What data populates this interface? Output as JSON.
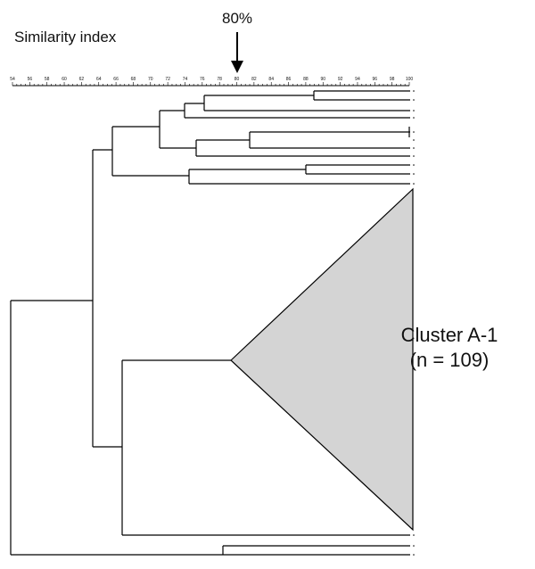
{
  "header": {
    "axis_title": "Similarity index",
    "threshold_label": "80%"
  },
  "scale": {
    "min": 54,
    "max": 100,
    "step": 2,
    "tick_labels": [
      "54",
      "56",
      "58",
      "60",
      "62",
      "64",
      "66",
      "68",
      "70",
      "72",
      "74",
      "76",
      "78",
      "80",
      "82",
      "84",
      "86",
      "88",
      "90",
      "92",
      "94",
      "96",
      "98",
      "100"
    ],
    "threshold_value": 80
  },
  "cluster": {
    "name": "Cluster A-1",
    "count_label": "(n = 109)",
    "fill_color": "#d4d4d4"
  },
  "colors": {
    "line": "#000000",
    "text": "#111111"
  }
}
